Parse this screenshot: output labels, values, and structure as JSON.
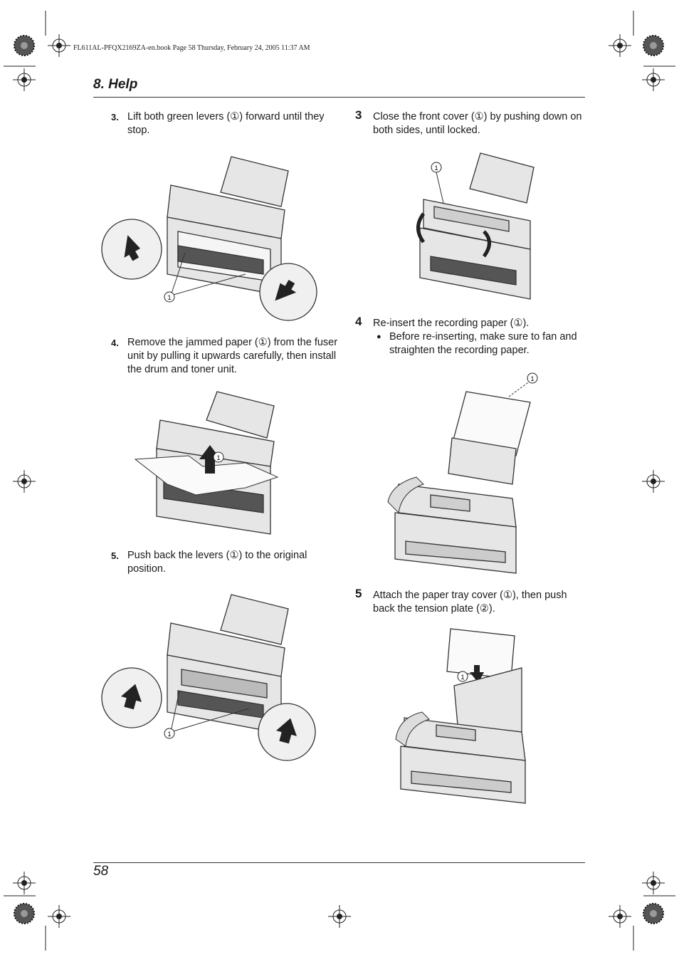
{
  "header": {
    "slug": "FL611AL-PFQX2169ZA-en.book  Page 58  Thursday, February 24, 2005  11:37 AM",
    "section_title": "8. Help"
  },
  "steps_left": [
    {
      "number": "3.",
      "text": "Lift both green levers (①) forward until they stop."
    },
    {
      "number": "4.",
      "text": "Remove the jammed paper (①) from the fuser unit by pulling it upwards carefully, then install the drum and toner unit."
    },
    {
      "number": "5.",
      "text": "Push back the levers (①) to the original position."
    }
  ],
  "steps_right": [
    {
      "number": "3",
      "text": "Close the front cover (①) by pushing down on both sides, until locked."
    },
    {
      "number": "4",
      "text": "Re-insert the recording paper (①).",
      "bullet": "Before re-inserting, make sure to fan and straighten the recording paper."
    },
    {
      "number": "5",
      "text": "Attach the paper tray cover (①), then push back the tension plate (②)."
    }
  ],
  "callouts": {
    "one": "1",
    "two": "2"
  },
  "footer": {
    "page_number": "58"
  }
}
